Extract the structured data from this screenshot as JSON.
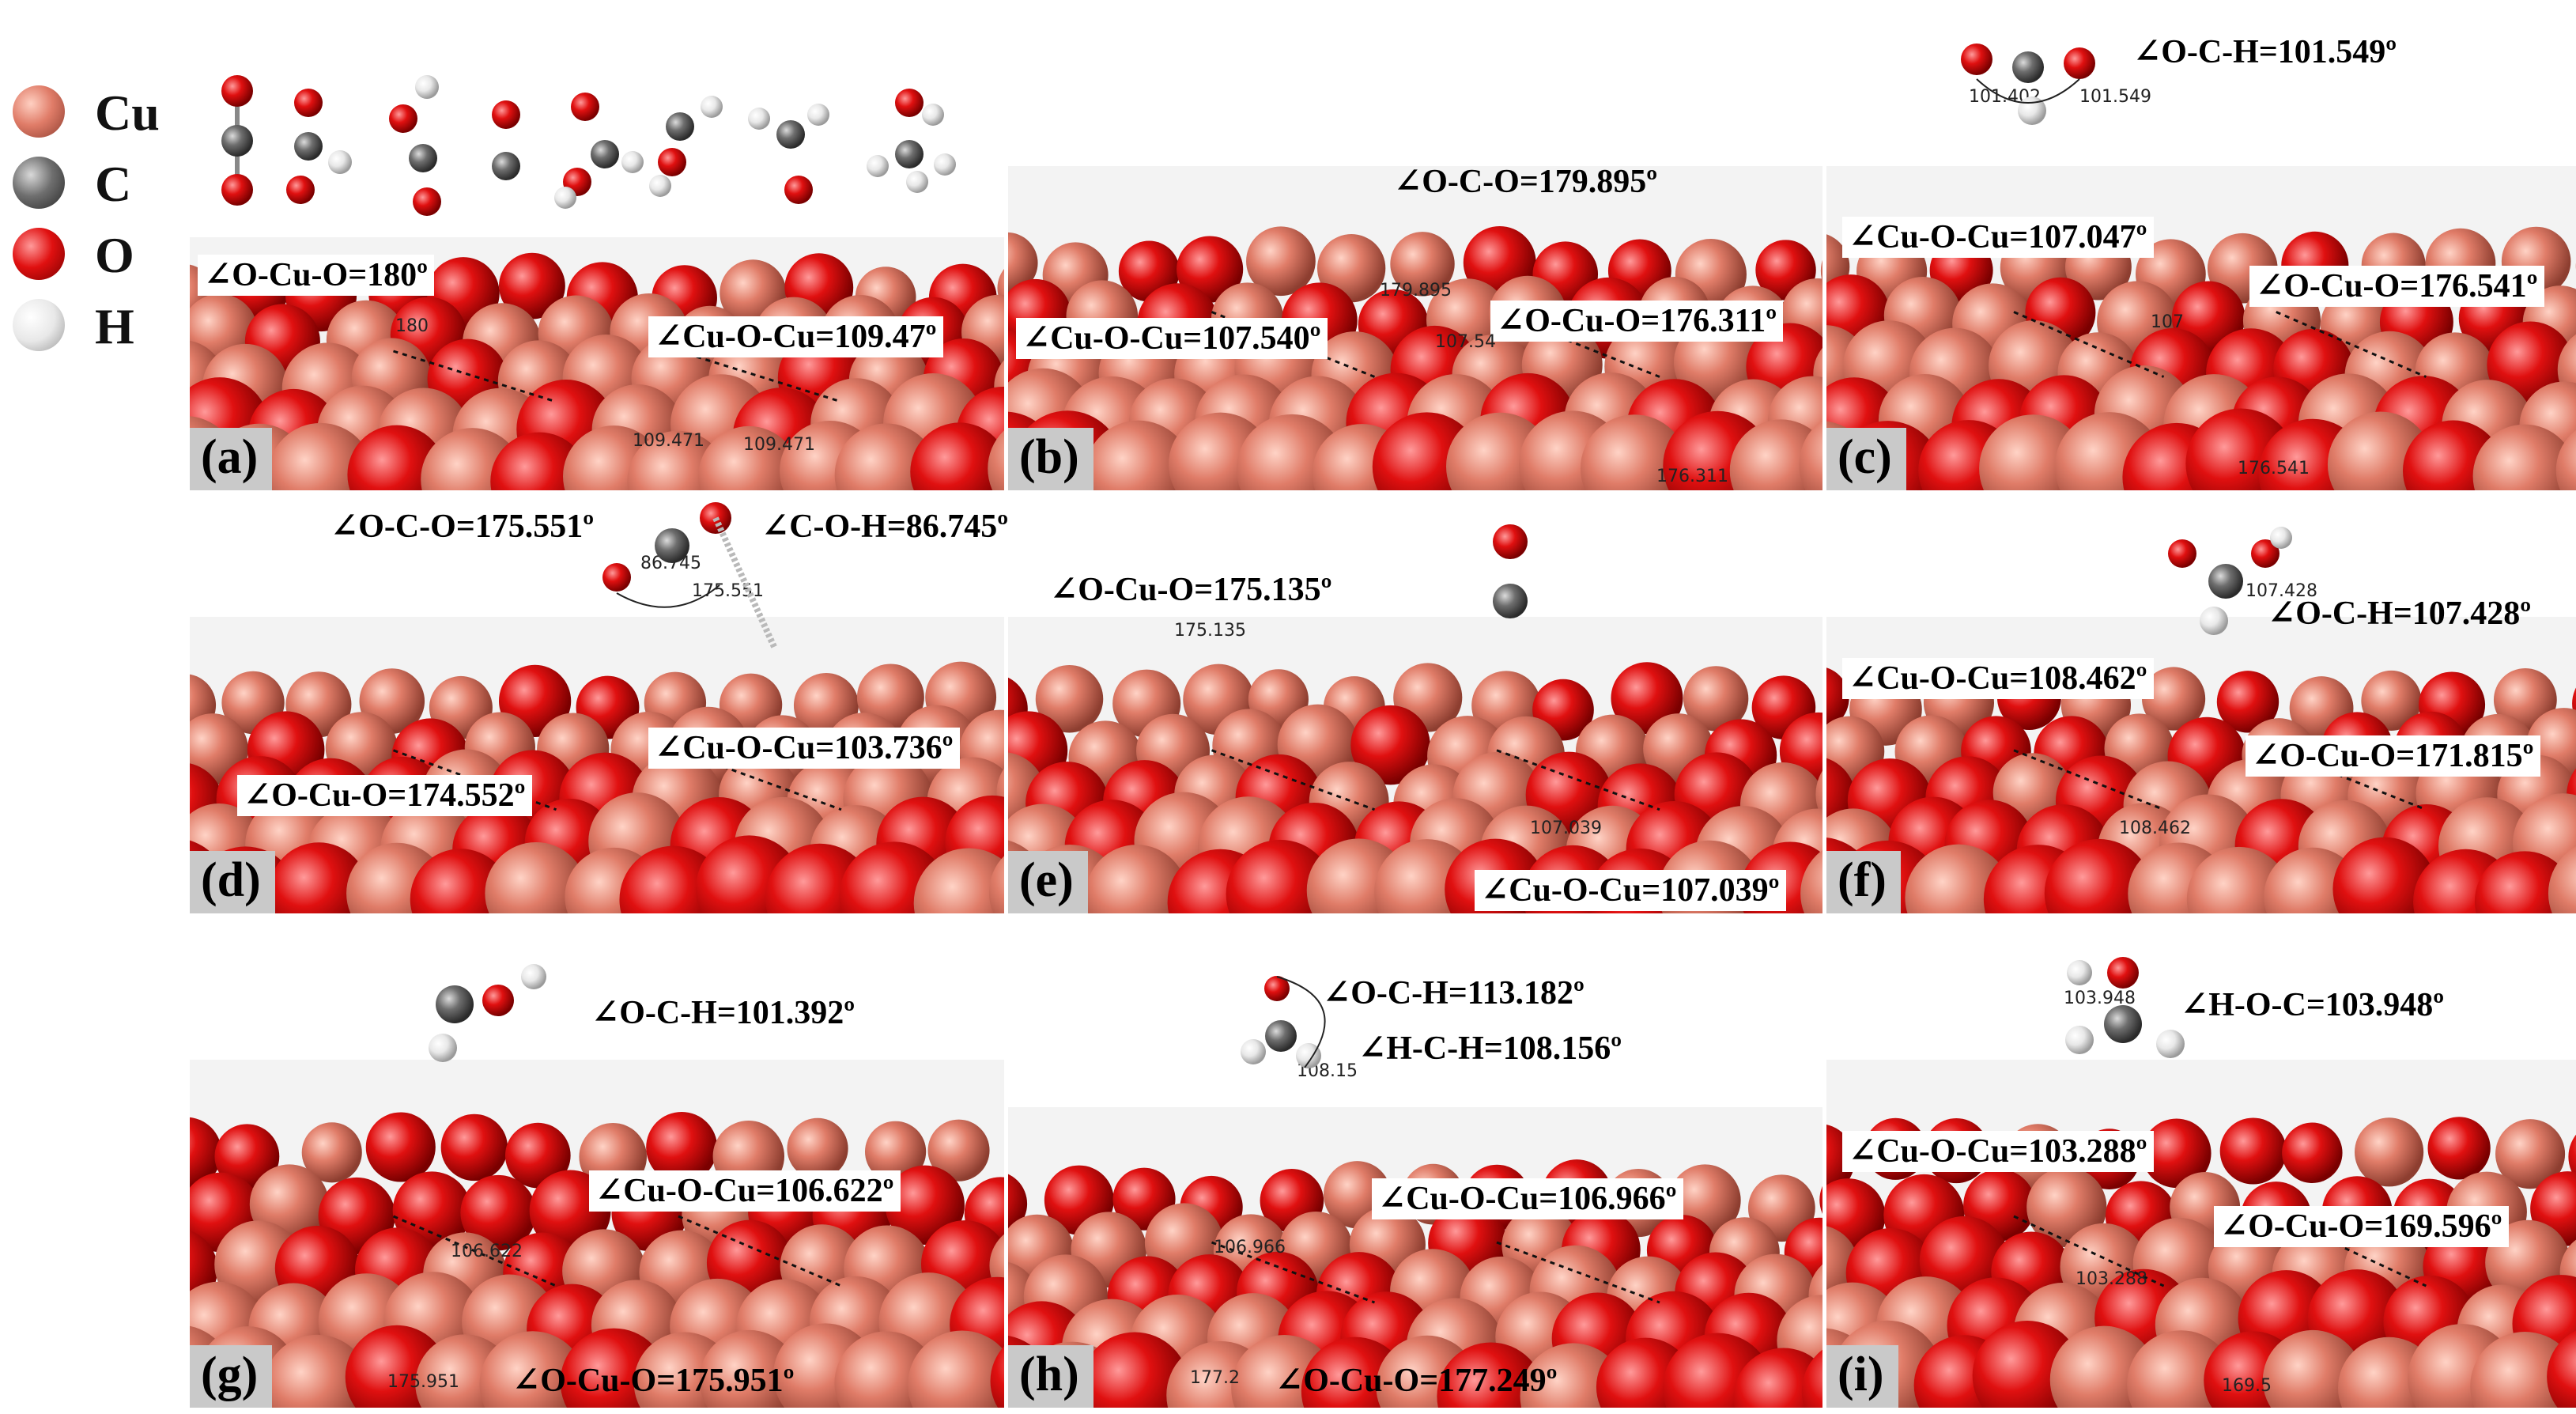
{
  "legend": [
    {
      "label": "Cu",
      "color": "#e07c68"
    },
    {
      "label": "C",
      "color": "#6e6e6e"
    },
    {
      "label": "O",
      "color": "#e01010"
    },
    {
      "label": "H",
      "color": "#f1f1f1"
    }
  ],
  "panels": {
    "a": {
      "label": "(a)",
      "angle1": "∠O-Cu-O=180º",
      "angle2": "∠Cu-O-Cu=109.47º",
      "tick1": "180",
      "tick2": "109.471",
      "tick3": "109.471"
    },
    "b": {
      "label": "(b)",
      "angle1": "∠O-C-O=179.895º",
      "angle2": "∠Cu-O-Cu=107.540º",
      "angle3": "∠O-Cu-O=176.311º",
      "tick1": "179.895",
      "tick2": "107.54",
      "tick3": "176.311"
    },
    "c": {
      "label": "(c)",
      "angle1": "∠O-C-H=101.549º",
      "angle2": "∠Cu-O-Cu=107.047º",
      "angle3": "∠O-Cu-O=176.541º",
      "tick1": "101.402",
      "tick2": "101.549",
      "tick3": "107",
      "tick4": "176.541"
    },
    "d": {
      "label": "(d)",
      "angle1": "∠O-C-O=175.551º",
      "angle2": "∠C-O-H=86.745º",
      "angle3": "∠Cu-O-Cu=103.736º",
      "angle4": "∠O-Cu-O=174.552º",
      "tick1": "86.745",
      "tick2": "175.551"
    },
    "e": {
      "label": "(e)",
      "angle1": "∠O-Cu-O=175.135º",
      "angle2": "∠Cu-O-Cu=107.039º",
      "tick1": "175.135",
      "tick2": "107.039"
    },
    "f": {
      "label": "(f)",
      "angle1": "∠O-C-H=107.428º",
      "angle2": "∠Cu-O-Cu=108.462º",
      "angle3": "∠O-Cu-O=171.815º",
      "tick1": "107.428",
      "tick2": "108.462"
    },
    "g": {
      "label": "(g)",
      "angle1": "∠O-C-H=101.392º",
      "angle2": "∠Cu-O-Cu=106.622º",
      "angle3": "∠O-Cu-O=175.951º",
      "tick1": "106.622",
      "tick2": "175.951"
    },
    "h": {
      "label": "(h)",
      "angle1": "∠O-C-H=113.182º",
      "angle2": "∠H-C-H=108.156º",
      "angle3": "∠Cu-O-Cu=106.966º",
      "angle4": "∠O-Cu-O=177.249º",
      "tick1": "108.15",
      "tick2": "106.966",
      "tick3": "177.2"
    },
    "i": {
      "label": "(i)",
      "angle1": "∠H-O-C=103.948º",
      "angle2": "∠Cu-O-Cu=103.288º",
      "angle3": "∠O-Cu-O=169.596º",
      "tick1": "103.948",
      "tick2": "103.288",
      "tick3": "169.5"
    }
  }
}
